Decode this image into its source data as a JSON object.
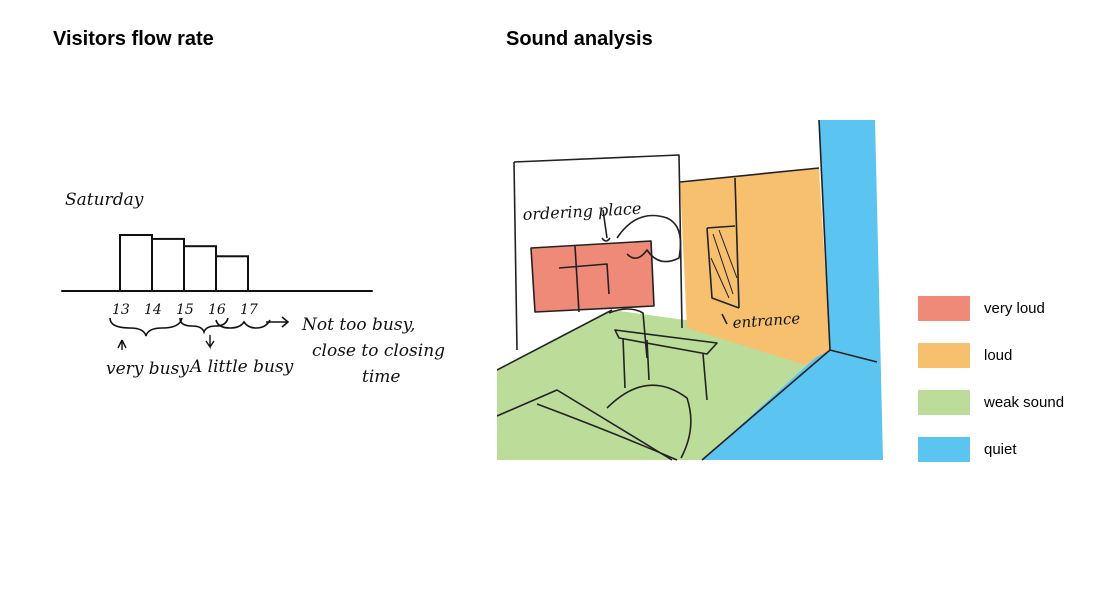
{
  "titles": {
    "left": "Visitors flow rate",
    "right": "Sound analysis"
  },
  "flow_chart": {
    "day_label": "Saturday",
    "hours": [
      "13",
      "14",
      "15",
      "16",
      "17"
    ],
    "bars": [
      {
        "from": 13,
        "to": 14,
        "level": 1.0
      },
      {
        "from": 14,
        "to": 15,
        "level": 0.93
      },
      {
        "from": 15,
        "to": 16,
        "level": 0.8
      },
      {
        "from": 16,
        "to": 17,
        "level": 0.62
      }
    ],
    "notes": {
      "very_busy": "very busy",
      "a_little_busy": "A little busy",
      "not_busy_line1": "Not too busy,",
      "not_busy_line2": "close to closing",
      "not_busy_line3": "time"
    }
  },
  "sound_map": {
    "labels": {
      "ordering_place": "ordering place",
      "entrance": "entrance"
    },
    "colors": {
      "very_loud": "#f08a78",
      "loud": "#f6c06e",
      "weak_sound": "#bcdc9a",
      "quiet": "#5cc4f0"
    }
  },
  "legend": [
    {
      "label": "very loud",
      "color": "#f08a78"
    },
    {
      "label": "loud",
      "color": "#f6c06e"
    },
    {
      "label": "weak sound",
      "color": "#bcdc9a"
    },
    {
      "label": "quiet",
      "color": "#5cc4f0"
    }
  ]
}
